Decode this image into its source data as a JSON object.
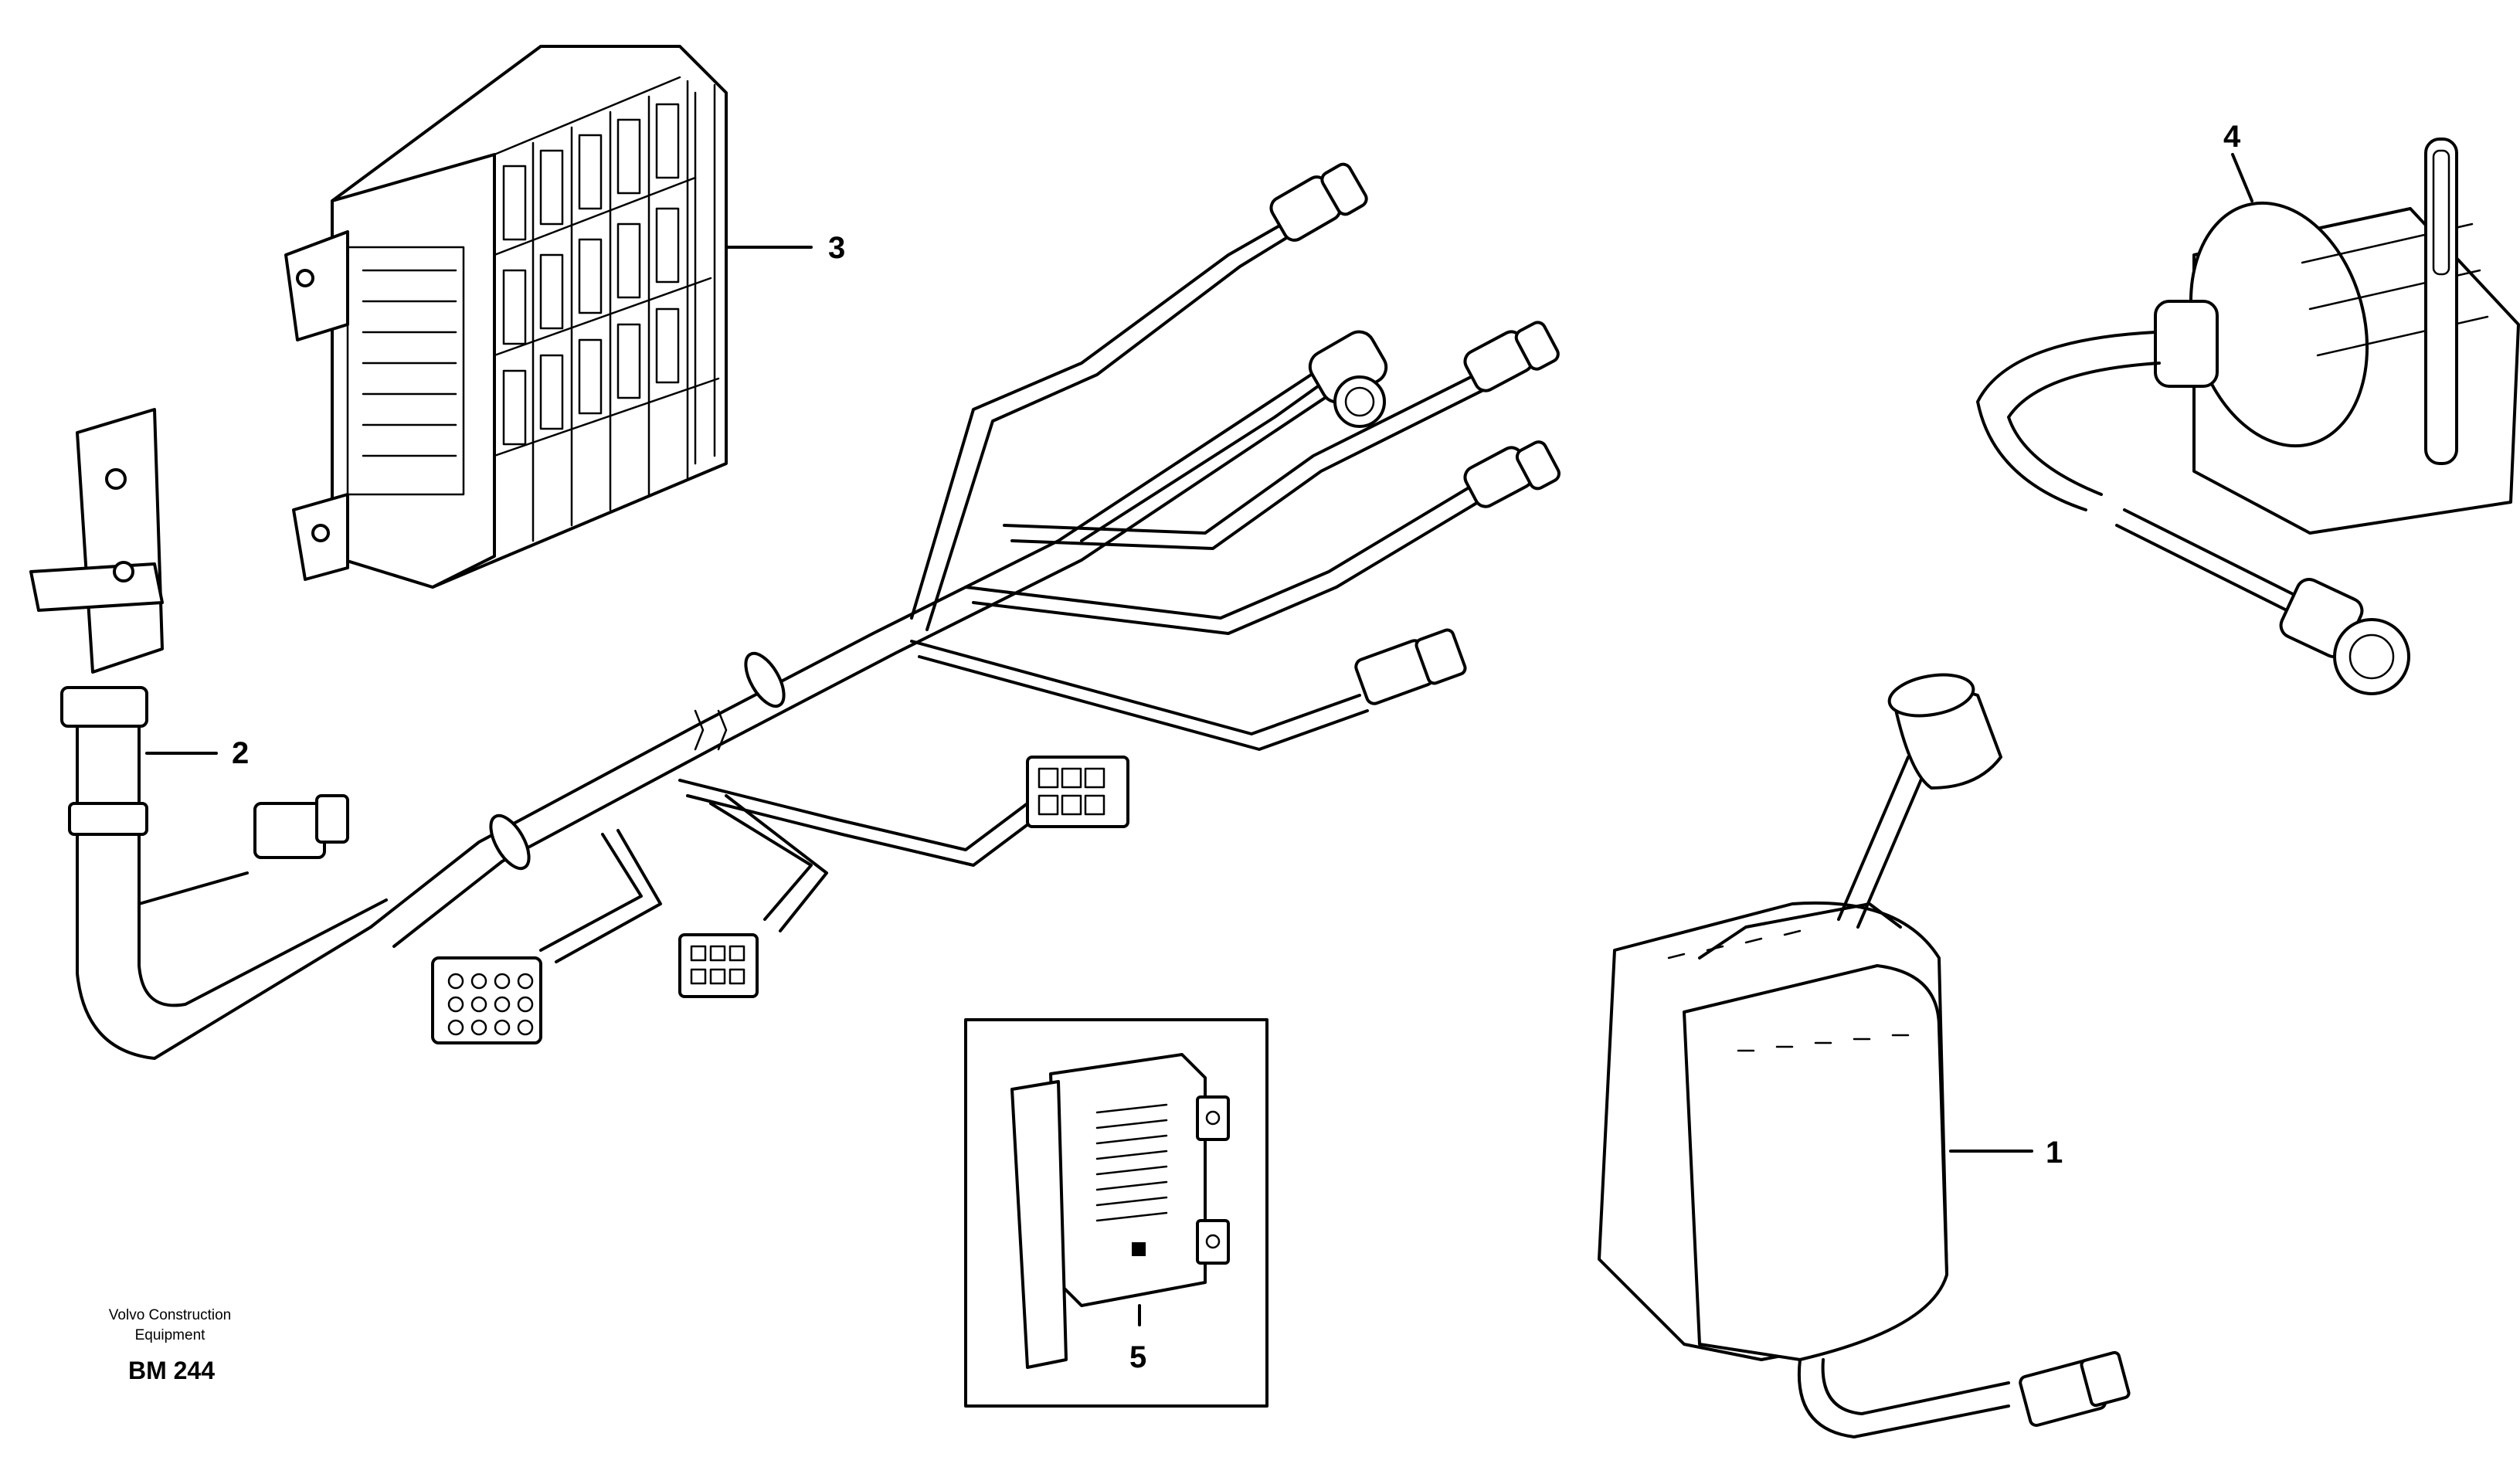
{
  "callouts": {
    "gear_lever": "1",
    "cable_harness_left": "2",
    "control_unit": "3",
    "gear_selector_cable": "4",
    "relay_unit": "5"
  },
  "footer": {
    "company_line1": "Volvo Construction",
    "company_line2": "Equipment",
    "code": "BM 244"
  }
}
